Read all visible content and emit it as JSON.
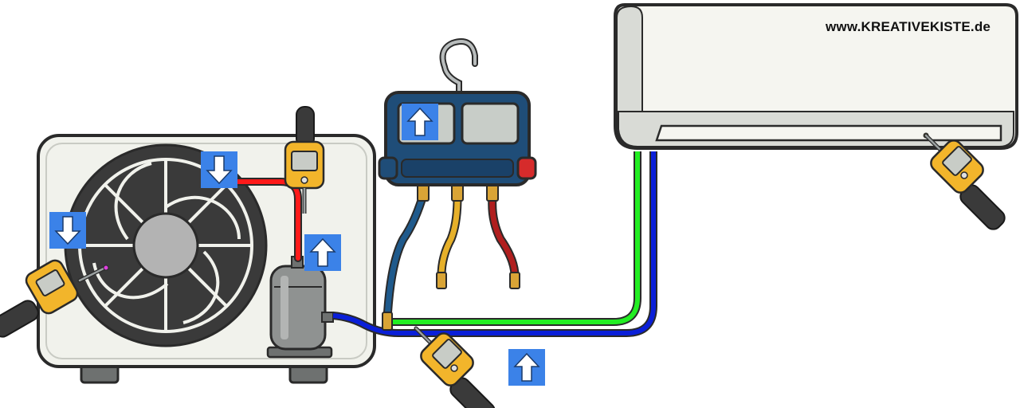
{
  "watermark": {
    "text": "www.KREATIVEKISTE.de"
  },
  "colors": {
    "outline": "#2a2a2a",
    "unit_body": "#f1f2ec",
    "fan_dark": "#3a3a3a",
    "fan_hub": "#b3b3b3",
    "hot_line": "#ff1a1a",
    "suction_line": "#0a1fd8",
    "liquid_line": "#22ee22",
    "manifold_body": "#1f4d78",
    "manifold_window": "#c8cdc8",
    "hose_blue": "#1f5a8c",
    "hose_yellow": "#e6b02a",
    "hose_red": "#b01e1e",
    "knob_red": "#d62b2b",
    "thermometer_body": "#f2b52b",
    "thermometer_screen": "#c8ccc6",
    "probe_handle": "#3a3a3a",
    "arrow_box": "#3b82e8",
    "arrow": "#ffffff",
    "compressor": "#8f9291",
    "indoor_unit_body": "#f5f5f0",
    "indoor_unit_shade": "#d9dbd6"
  },
  "icons": {
    "arrows": [
      {
        "name": "arrow-down-icon",
        "direction": "down"
      },
      {
        "name": "arrow-down-icon",
        "direction": "down"
      },
      {
        "name": "arrow-up-icon",
        "direction": "up"
      },
      {
        "name": "arrow-up-icon",
        "direction": "up"
      },
      {
        "name": "arrow-up-icon",
        "direction": "up"
      }
    ],
    "thermometers": [
      "outdoor-air",
      "hot-gas",
      "suction-line",
      "indoor-air"
    ]
  }
}
